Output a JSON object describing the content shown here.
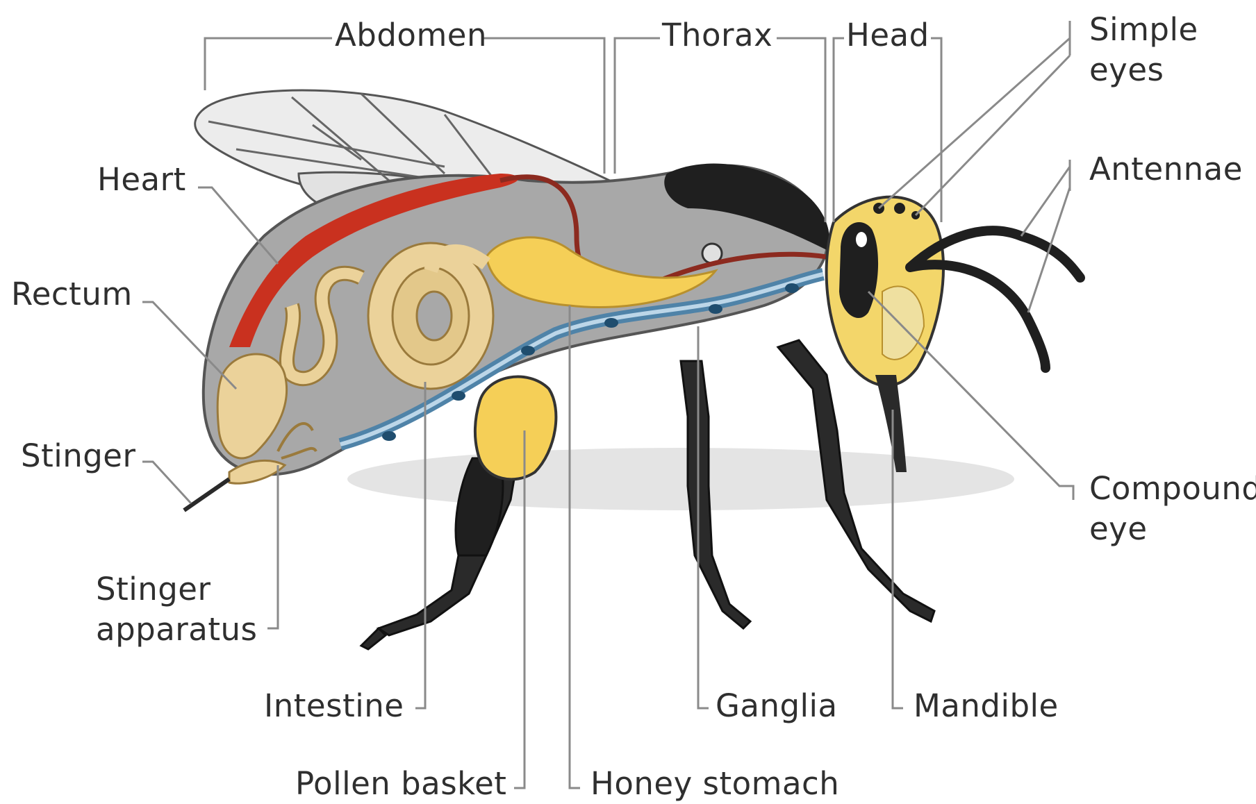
{
  "labels": {
    "abdomen": "Abdomen",
    "thorax": "Thorax",
    "head": "Head",
    "simple_eyes": [
      "Simple",
      "eyes"
    ],
    "antennae": "Antennae",
    "heart": "Heart",
    "rectum": "Rectum",
    "stinger": "Stinger",
    "stinger_apparatus": [
      "Stinger",
      "apparatus"
    ],
    "intestine": "Intestine",
    "pollen_basket": "Pollen basket",
    "honey_stomach": "Honey stomach",
    "ganglia": "Ganglia",
    "mandible": "Mandible",
    "compound_eye": [
      "Compound",
      "eye"
    ]
  },
  "colors": {
    "leader_line": "#8a8a8a",
    "body_gray": "#a8a8a8",
    "body_outline": "#555555",
    "wing": "#ececec",
    "heart_red": "#c9311f",
    "gut_tan": "#ebd29a",
    "stomach_yellow": "#f5cf57",
    "nerve_blue": "#4f83a8",
    "head_yellow": "#f3d66a",
    "black": "#1f1f1f"
  }
}
